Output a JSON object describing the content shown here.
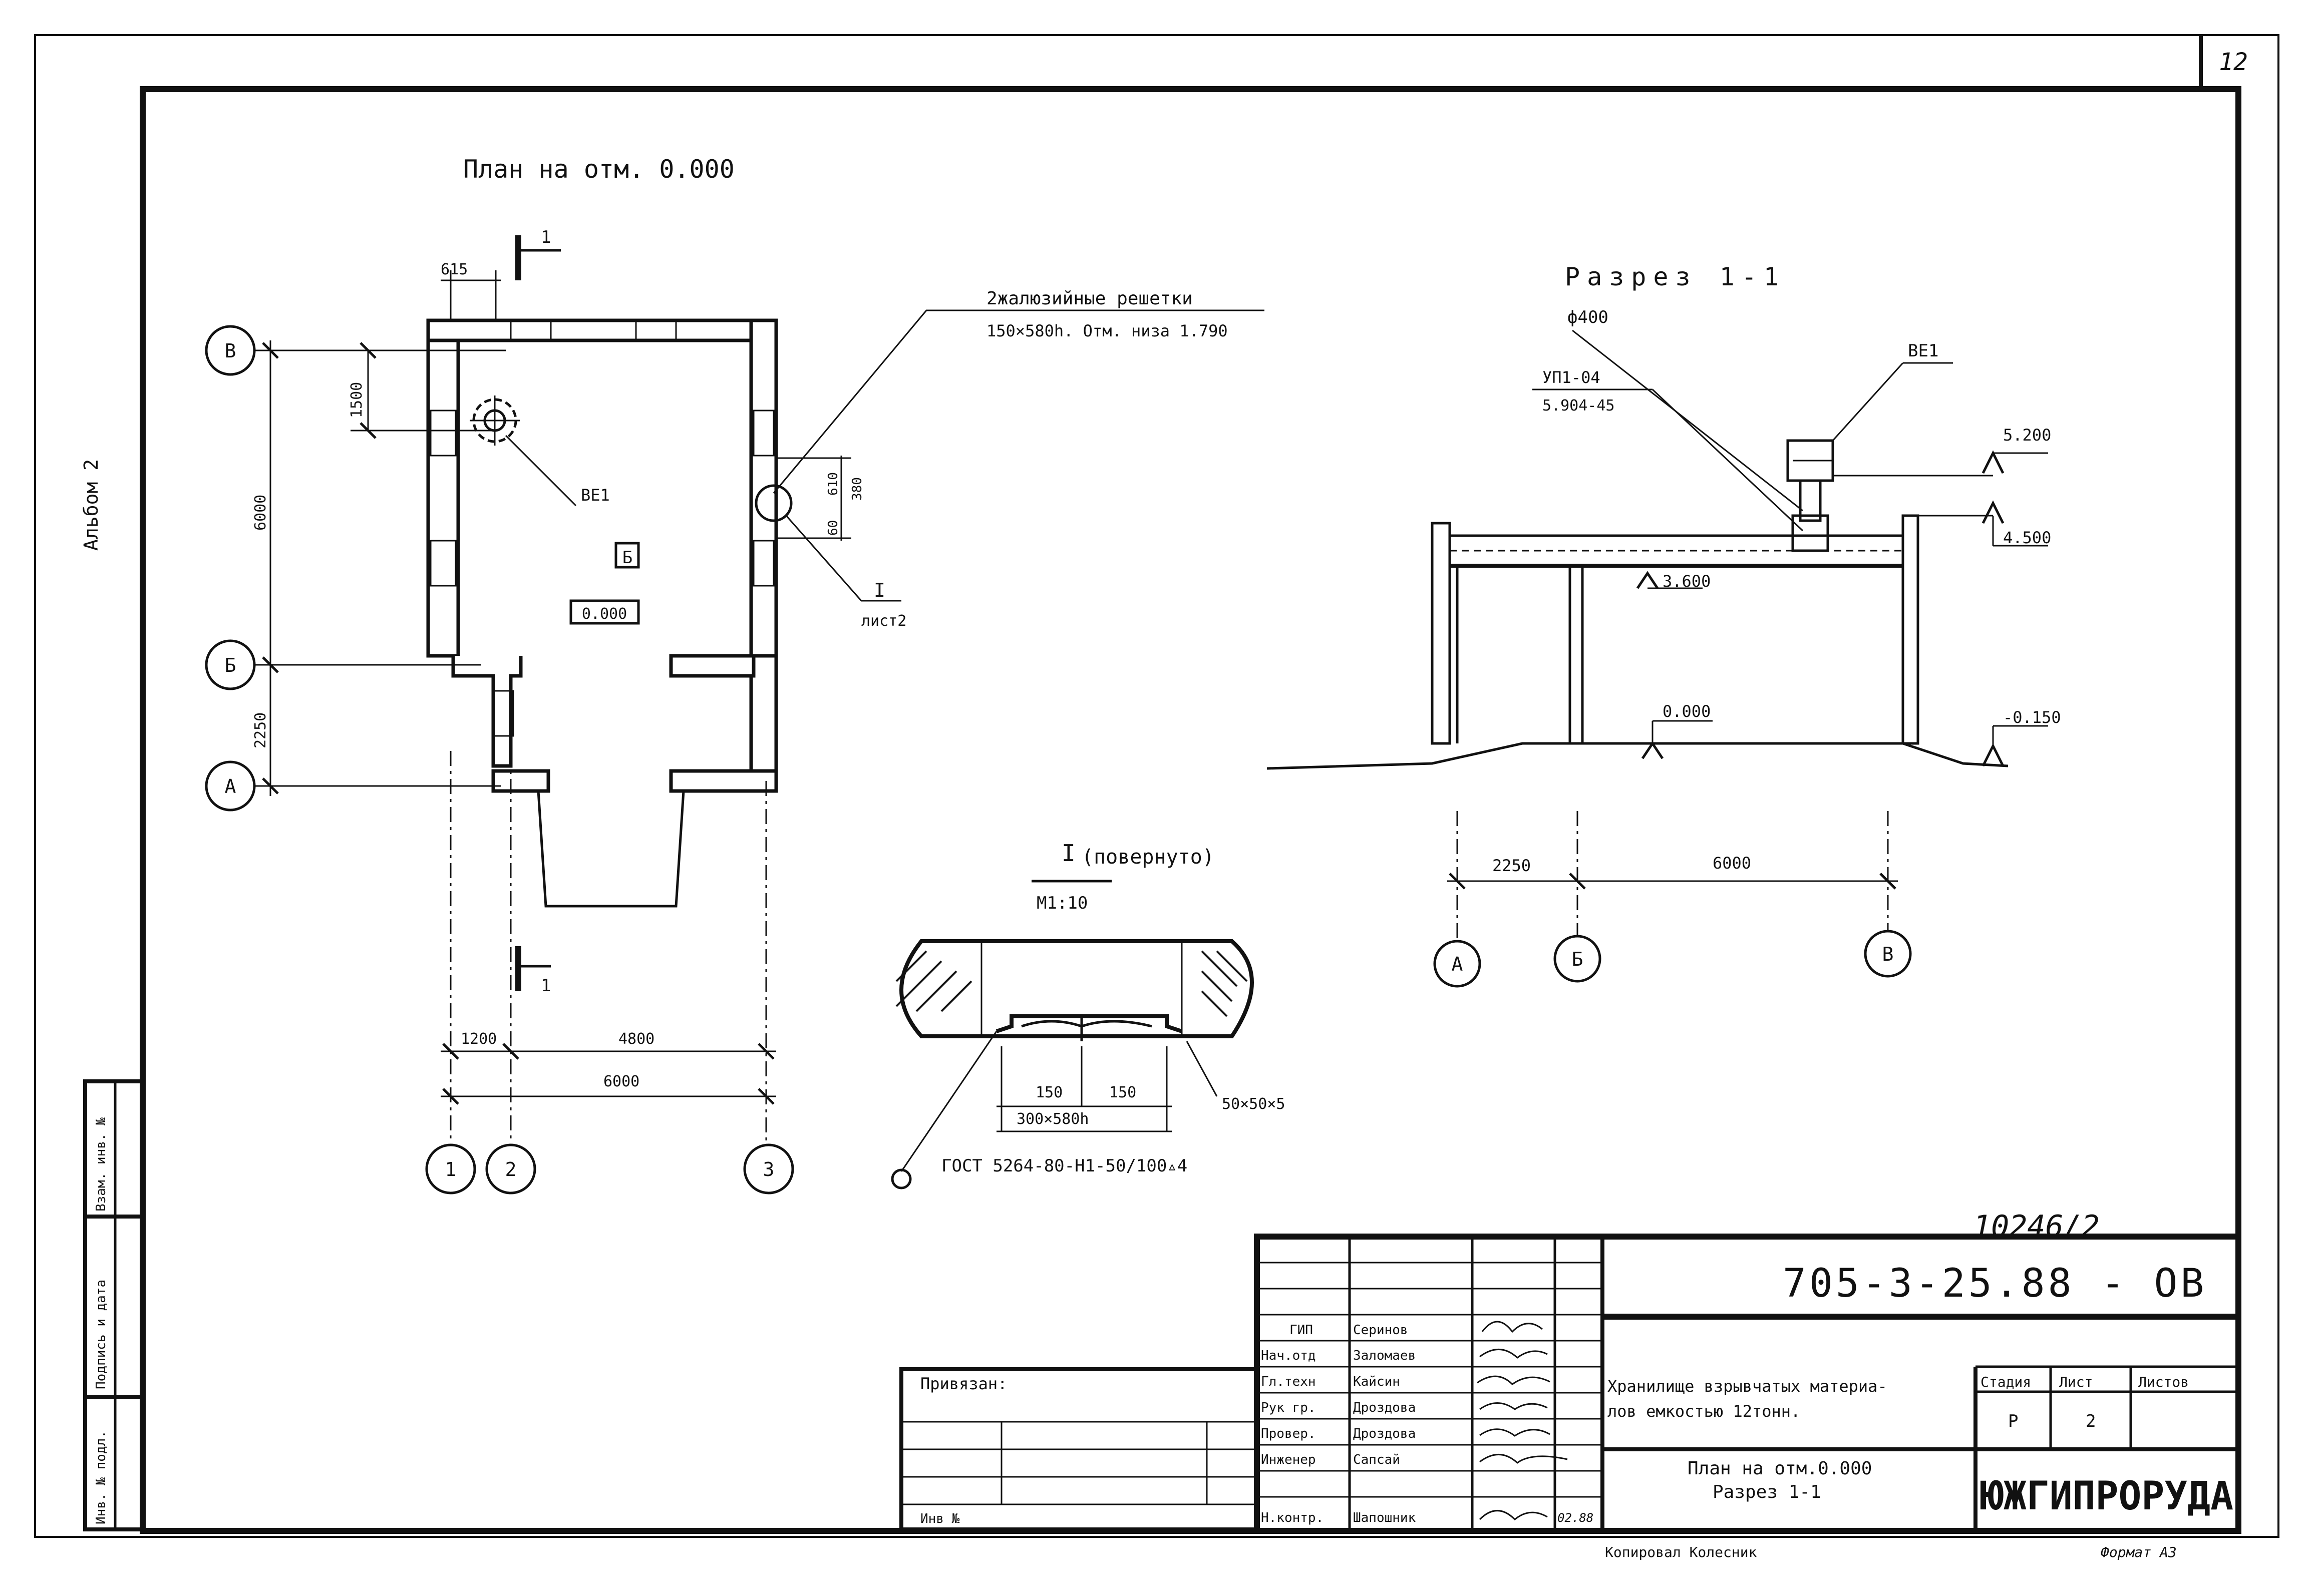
{
  "sheet": {
    "number": "12",
    "album": "Альбом 2",
    "handwritten_inv": "10246/2",
    "copy_note": "Копировал  Колесник",
    "format": "Формат А3"
  },
  "plan": {
    "title": "План на отм. 0.000",
    "section_mark": "1",
    "room_letter": "Б",
    "floor_level": "0.000",
    "fan_label": "ВЕ1",
    "detail_ref_number": "I",
    "detail_ref_sheet": "лист2",
    "grille_note_1": "2жалюзийные решетки",
    "grille_note_2": "150×580h. Отм. низа 1.790",
    "dims": {
      "d615": "615",
      "d1500": "1500",
      "d6000_v": "6000",
      "d2250_v": "2250",
      "d610": "610",
      "d380": "380",
      "d60": "60",
      "d1200": "1200",
      "d4800": "4800",
      "d6000_h": "6000"
    },
    "axes_letters": [
      "В",
      "Б",
      "А"
    ],
    "axes_numbers": [
      "1",
      "2",
      "3"
    ]
  },
  "section": {
    "title": "Разрез 1-1",
    "diameter": "ф400",
    "unit_label": "УП1-04",
    "unit_series": "5.904-45",
    "fan_label": "ВЕ1",
    "levels": [
      "5.200",
      "4.500",
      "3.600",
      "0.000",
      "-0.150"
    ],
    "dims": [
      "2250",
      "6000"
    ],
    "axes": [
      "А",
      "Б",
      "В"
    ]
  },
  "detail": {
    "title": "I",
    "title_suffix": "(повернуто)",
    "scale": "М1:10",
    "d150a": "150",
    "d150b": "150",
    "opening": "300×580h",
    "angle": "50×50×5",
    "gost": "ГОСТ 5264-80-Н1-50/100▵4"
  },
  "margin_stamp": {
    "labels": [
      "Взам. инв. №",
      "Подпись и дата",
      "Инв. № подл."
    ]
  },
  "title_block": {
    "code": "705-3-25.88 - ОВ",
    "roles": [
      "ГИП",
      "Нач.отд",
      "Гл.техн",
      "Рук гр.",
      "Провер.",
      "Инженер",
      "Н.контр."
    ],
    "names": [
      "Серинов",
      "Заломаев",
      "Кайсин",
      "Дроздова",
      "Дроздова",
      "Сапсай",
      "Шапошник"
    ],
    "date": "02.88",
    "attached": "Привязан:",
    "inv_no": "Инв №",
    "project_1": "Хранилище взрывчатых материа-",
    "project_2": "лов емкостью 12тонн.",
    "sheet_title_1": "План на отм.0.000",
    "sheet_title_2": "Разрез 1-1",
    "stage_label": "Стадия",
    "sheet_label": "Лист",
    "sheets_label": "Листов",
    "stage": "Р",
    "sheet_no": "2",
    "sheets": "",
    "org": "ЮЖГИПРОРУДА"
  }
}
